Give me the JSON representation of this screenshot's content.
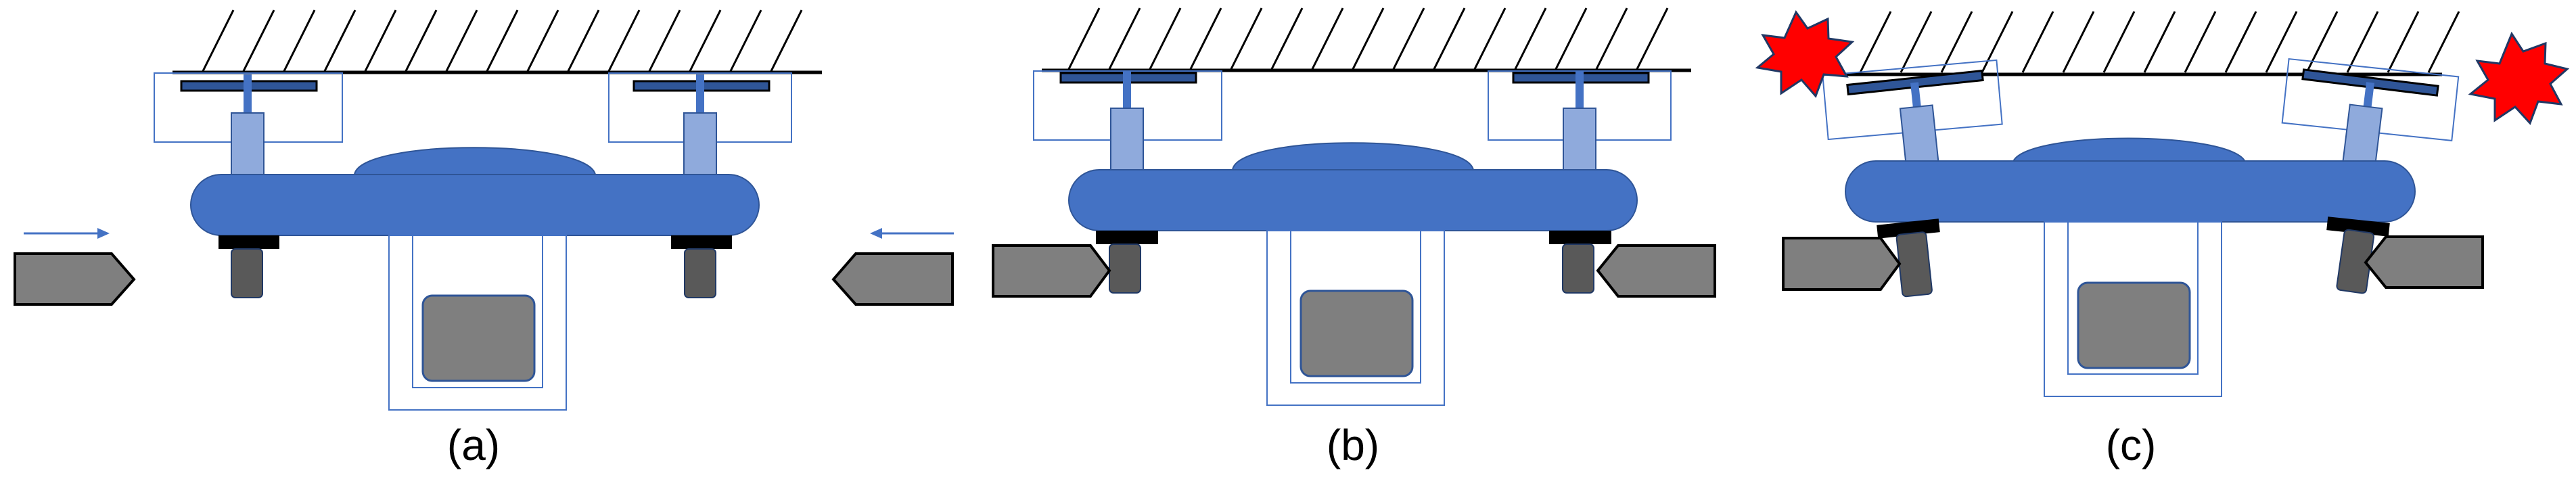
{
  "colors": {
    "background": "#ffffff",
    "body_fill": "#4472c4",
    "body_light": "#8faadc",
    "outline_blue": "#2f5597",
    "thin_frame": "#4472c4",
    "gray_fill": "#7f7f7f",
    "gray_dark": "#595959",
    "black": "#000000",
    "burst_fill": "#ff0000",
    "burst_stroke": "#203864",
    "arrow_blue": "#4472c4"
  },
  "icons": {
    "ceiling": "hatched-ceiling-icon",
    "drone": "drone-icon",
    "rotor": "rotor-icon",
    "gripper": "gripper-block-icon",
    "leg": "landing-leg-icon",
    "payload": "payload-box-icon",
    "contact": "collision-burst-icon",
    "direction": "arrow-icon"
  },
  "panels": [
    {
      "label": "(a)"
    },
    {
      "label": "(b)"
    },
    {
      "label": "(c)"
    }
  ]
}
